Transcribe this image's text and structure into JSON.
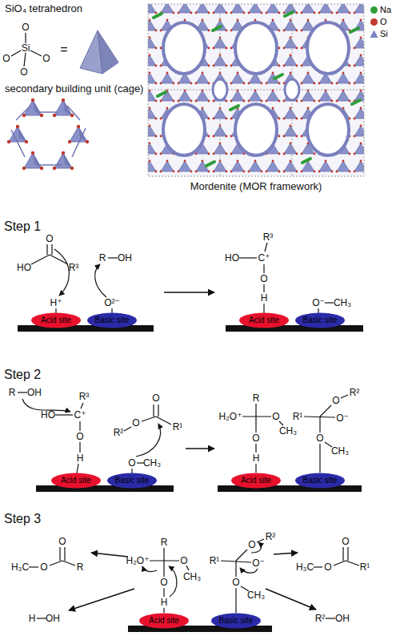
{
  "diagram": {
    "nodes": [
      {
        "text": [
          "Acid site"
        ]
      },
      {
        "text": [
          "Basic site"
        ]
      },
      {
        "text": [
          "Acid site"
        ]
      },
      {
        "text": [
          "Basic site"
        ]
      },
      {
        "text": [
          "Acid site"
        ]
      },
      {
        "text": [
          "Basic site"
        ]
      },
      {
        "text": [
          "Acid site"
        ]
      },
      {
        "text": [
          "Basic site"
        ]
      },
      {
        "text": [
          "Acid site"
        ]
      },
      {
        "text": [
          "Basic site"
        ]
      }
    ],
    "labels": [
      "SiO₄ tetrahedron",
      "O",
      "O",
      "Si",
      "O",
      "O",
      "=",
      "secondary building unit (cage)",
      "Mordenite (MOR framework)",
      "Step 1",
      "O",
      "HO",
      "R³",
      "R",
      "OH",
      "H⁺",
      "O²⁻",
      "R³",
      "HO",
      "C⁺",
      "O",
      "H",
      "O⁻",
      "CH₃",
      "Step 2",
      "R",
      "OH",
      "R³",
      "O",
      "HO",
      "C⁺",
      "O",
      "R¹",
      "R²",
      "O",
      "H",
      "O",
      "CH₃",
      "R",
      "R²",
      "O",
      "H₂O⁺",
      "O",
      "R¹",
      "O⁻",
      "CH₃",
      "O",
      "O",
      "CH₃",
      "H",
      "Step 3",
      "R",
      "R²",
      "O",
      "O",
      "O",
      "H₂O⁺",
      "O",
      "R¹",
      "O⁻",
      "H₃C",
      "O",
      "R",
      "H₃C",
      "O",
      "R¹",
      "CH₃",
      "O",
      "O",
      "CH₃",
      "H",
      "H",
      "OH",
      "R²",
      "OH"
    ],
    "legend": [
      {
        "text": "Na",
        "color": "#2e9e3a"
      },
      {
        "text": "O",
        "color": "#c0392b"
      },
      {
        "text": "Si"
      }
    ]
  }
}
